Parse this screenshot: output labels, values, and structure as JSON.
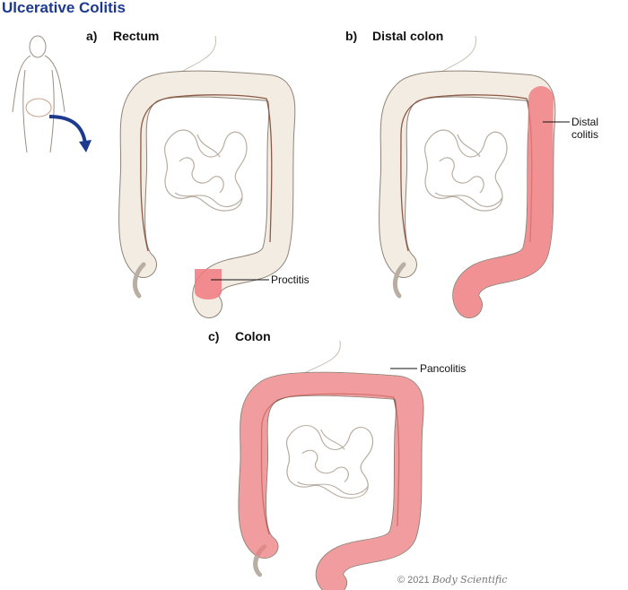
{
  "title": "Ulcerative Colitis",
  "panels": [
    {
      "letter": "a)",
      "name": "Rectum",
      "callout": "Proctitis"
    },
    {
      "letter": "b)",
      "name": "Distal colon",
      "callout": "Distal colitis"
    },
    {
      "letter": "c)",
      "name": "Colon",
      "callout": "Pancolitis"
    }
  ],
  "copyright": "© 2021",
  "brand": "Body Scientific",
  "colors": {
    "title": "#1d3a8f",
    "inflamed": "#f07a80",
    "tissue": "#f3ece3",
    "arrow": "#1d3a8f"
  }
}
